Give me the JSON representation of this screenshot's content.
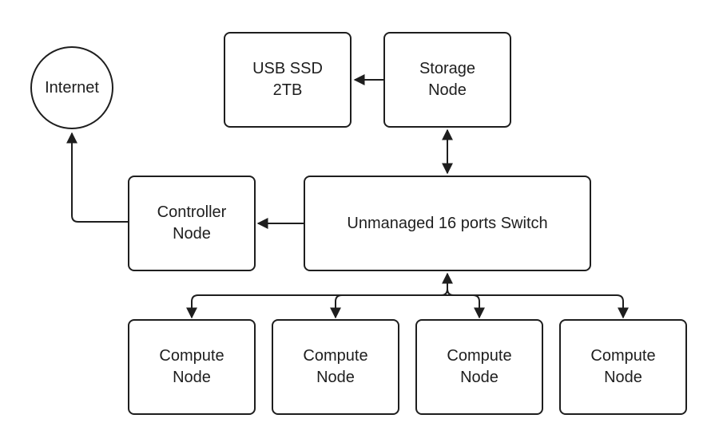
{
  "nodes": {
    "internet": [
      "Internet"
    ],
    "usb_ssd": [
      "USB SSD",
      "2TB"
    ],
    "storage": [
      "Storage",
      "Node"
    ],
    "controller": [
      "Controller",
      "Node"
    ],
    "switch": [
      "Unmanaged 16 ports Switch"
    ],
    "compute_1": [
      "Compute",
      "Node"
    ],
    "compute_2": [
      "Compute",
      "Node"
    ],
    "compute_3": [
      "Compute",
      "Node"
    ],
    "compute_4": [
      "Compute",
      "Node"
    ]
  },
  "colors": {
    "stroke": "#1e1e1e",
    "background": "#ffffff"
  }
}
